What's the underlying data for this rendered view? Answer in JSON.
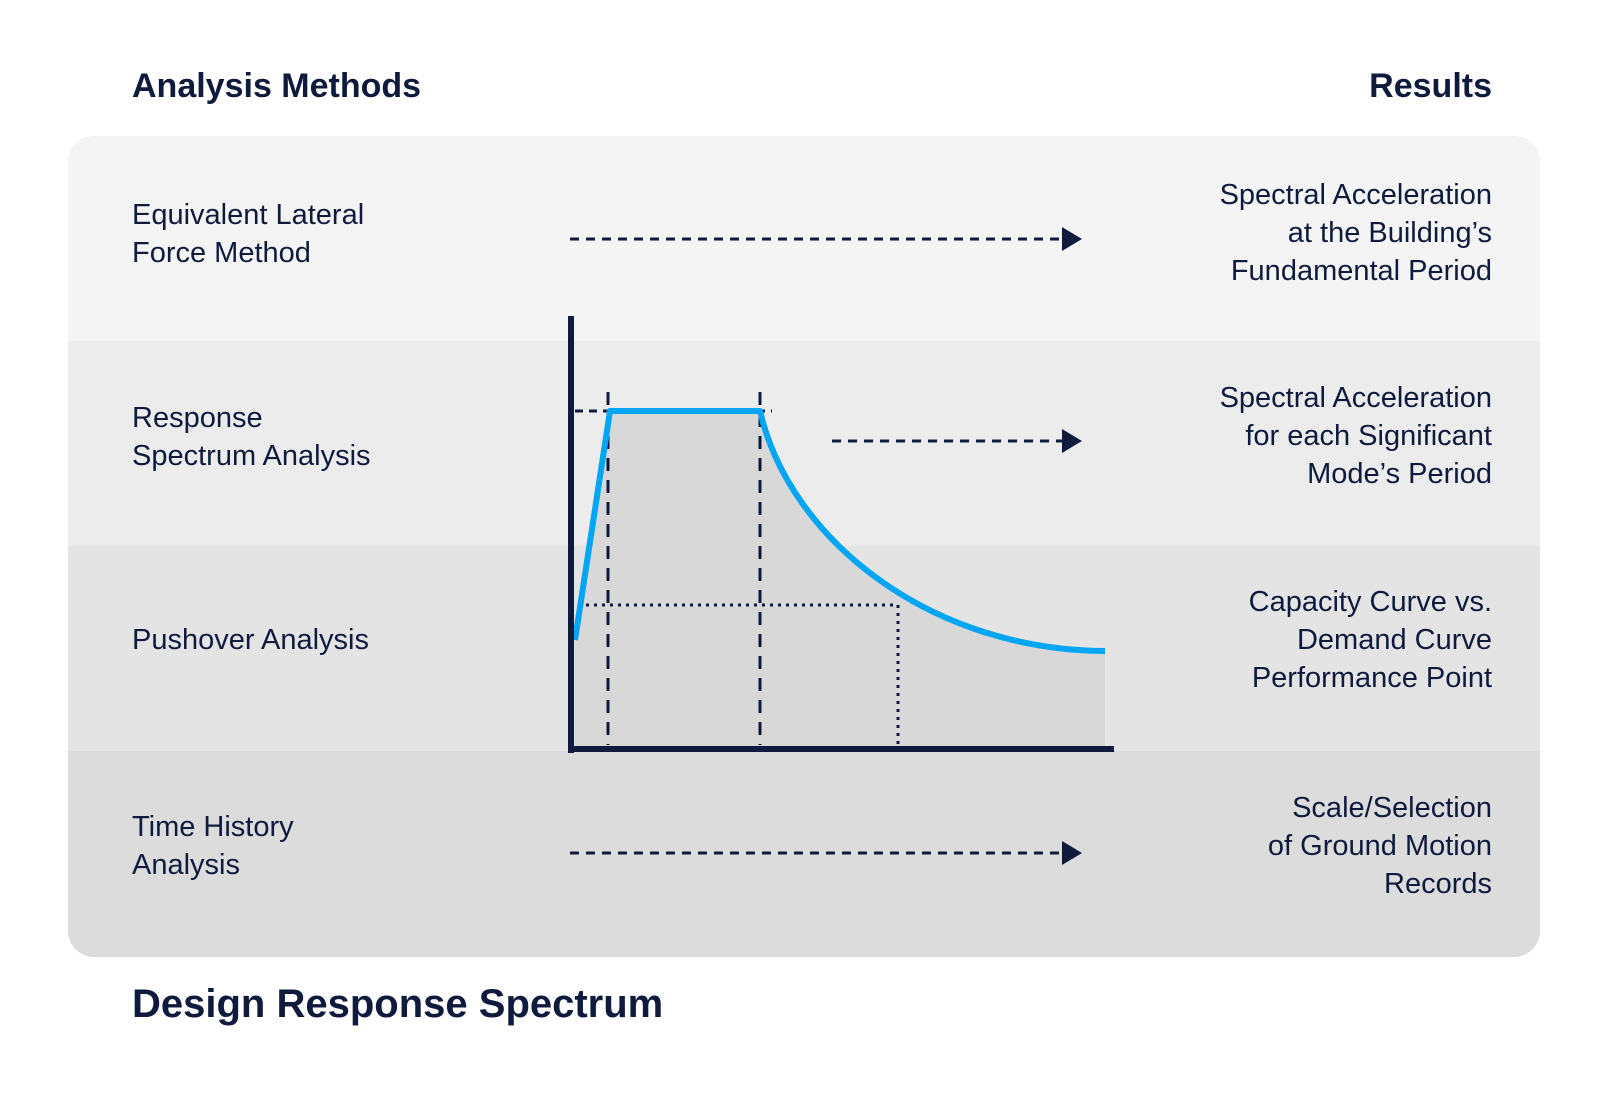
{
  "headers": {
    "methods": "Analysis Methods",
    "results": "Results"
  },
  "rows": [
    {
      "method": "Equivalent Lateral\nForce Method",
      "result": "Spectral Acceleration\nat the Building’s\nFundamental Period"
    },
    {
      "method": "Response\nSpectrum Analysis",
      "result": "Spectral Acceleration\nfor each Significant\nMode’s Period"
    },
    {
      "method": "Pushover Analysis",
      "result": "Capacity Curve vs.\nDemand Curve\nPerformance Point"
    },
    {
      "method": "Time History\nAnalysis",
      "result": "Scale/Selection\nof Ground Motion\nRecords"
    }
  ],
  "footer": {
    "title": "Design Response Spectrum"
  },
  "colors": {
    "navy": "#0f1a3d",
    "spectrum_curve": "#00a6f4",
    "spectrum_fill": "#d8d8d9"
  }
}
